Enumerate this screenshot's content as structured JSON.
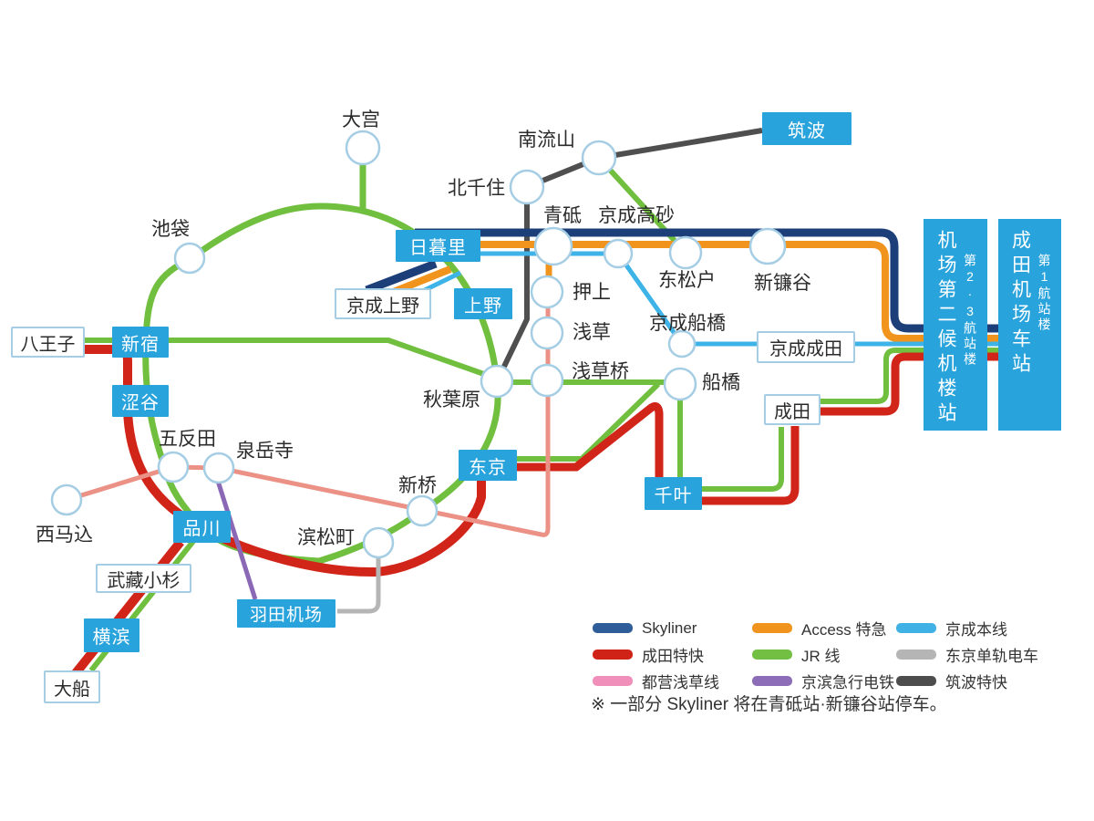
{
  "colors": {
    "navy": "#1c3f79",
    "red": "#d2251a",
    "orange": "#f0941d",
    "green": "#70bf3f",
    "lightblue": "#3db3e8",
    "pink_line": "#eb9185",
    "purple": "#8b68b5",
    "gray": "#b5b5b5",
    "darkgray": "#4f4f4f",
    "station_blue": "#29a3dc",
    "circle_stroke": "#a5cde4",
    "text": "#333333"
  },
  "stations": {
    "omiya": "大宫",
    "ikebukuro": "池袋",
    "minami_nagareyama": "南流山",
    "kita_senju": "北千住",
    "tsukuba": "筑波",
    "nippori": "日暮里",
    "aoto": "青砥",
    "keisei_takasago": "京成高砂",
    "higashi_matsudo": "东松户",
    "shin_kamagaya": "新镰谷",
    "keisei_ueno": "京成上野",
    "ueno": "上野",
    "oshiage": "押上",
    "asakusa": "浅草",
    "asakusabashi": "浅草桥",
    "keisei_funabashi": "京成船橋",
    "funabashi": "船橋",
    "keisei_narita": "京成成田",
    "narita": "成田",
    "hachioji": "八王子",
    "shinjuku": "新宿",
    "shibuya": "涩谷",
    "akihabara": "秋葉原",
    "tokyo": "东京",
    "chiba": "千叶",
    "gotanda": "五反田",
    "sengakuji": "泉岳寺",
    "nishi_magome": "西马込",
    "shimbashi": "新桥",
    "hamamatsucho": "滨松町",
    "shinagawa": "品川",
    "musashi_kosugi": "武藏小杉",
    "yokohama": "横滨",
    "ofuna": "大船",
    "haneda_airport": "羽田机场",
    "airport_t2": {
      "main": "机场第二候机楼站",
      "sub": "第2·3航站楼"
    },
    "airport_t1": {
      "main": "成田机场车站",
      "sub": "第1航站楼"
    }
  },
  "legend": {
    "items": [
      {
        "label": "Skyliner",
        "color": "#2e5d97"
      },
      {
        "label": "成田特快",
        "color": "#cf2318"
      },
      {
        "label": "都营浅草线",
        "color": "#f08fba"
      },
      {
        "label": "Access 特急",
        "color": "#f0941d"
      },
      {
        "label": "JR 线",
        "color": "#72bf44"
      },
      {
        "label": "京滨急行电铁",
        "color": "#8d6db8"
      },
      {
        "label": "京成本线",
        "color": "#3fb1e5"
      },
      {
        "label": "东京单轨电车",
        "color": "#b5b5b5"
      },
      {
        "label": "筑波特快",
        "color": "#4d4d4d"
      }
    ],
    "note": "※ 一部分 Skyliner 将在青砥站·新镰谷站停车。"
  }
}
